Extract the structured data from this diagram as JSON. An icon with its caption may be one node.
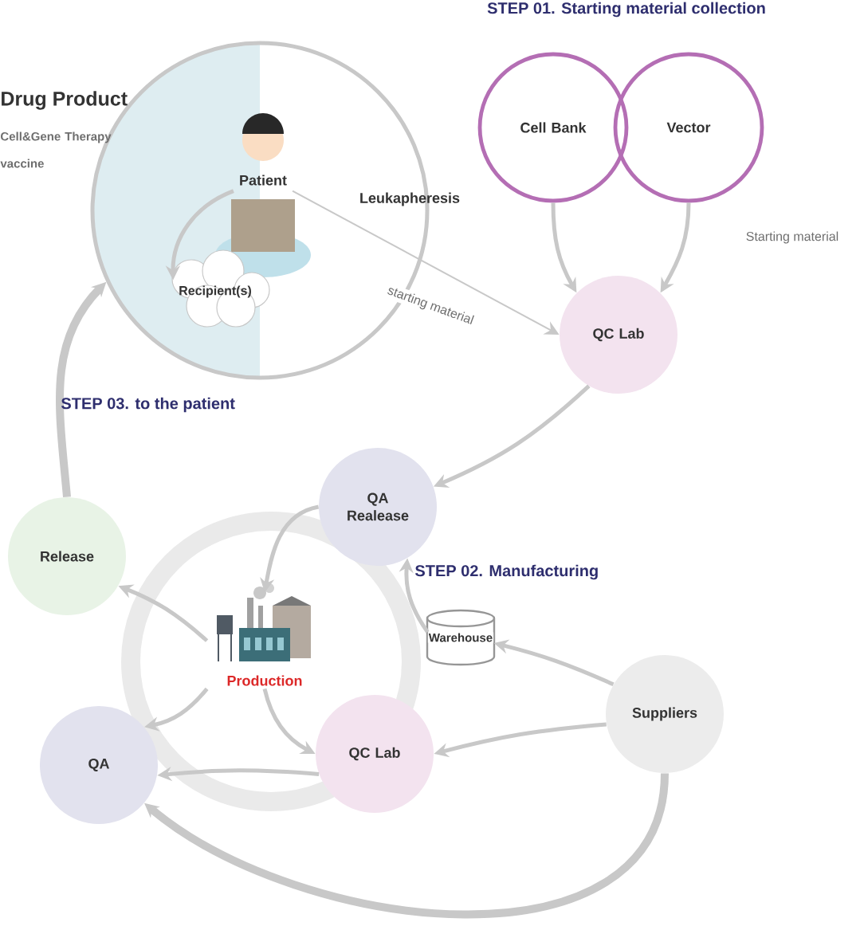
{
  "diagram": {
    "nodes": [
      {
        "text": [
          "Leukapheresis"
        ]
      },
      {
        "text": [
          "Patient"
        ],
        "in": 0
      },
      {
        "text": [
          "Recipient(s)"
        ],
        "in": 0
      },
      {
        "text": [
          "Cell Bank"
        ]
      },
      {
        "text": [
          "Vector"
        ]
      },
      {
        "text": [
          "QC Lab"
        ]
      },
      {
        "text": [
          "QA Realease"
        ]
      },
      {
        "text": [
          "Release"
        ]
      },
      {
        "text": [
          "Production"
        ]
      },
      {
        "text": [
          "Warehouse"
        ]
      },
      {
        "text": [
          "QC Lab"
        ]
      },
      {
        "text": [
          "QA"
        ]
      },
      {
        "text": [
          "Suppliers"
        ]
      }
    ],
    "edges": [
      {
        "from": 1,
        "to": 2,
        "arrow": "to"
      },
      {
        "from": 1,
        "to": 5,
        "arrow": "to",
        "label": "starting material"
      },
      {
        "from": 3,
        "to": 5,
        "arrow": "to"
      },
      {
        "from": 4,
        "to": 5,
        "arrow": "to",
        "label": "Starting material"
      },
      {
        "from": 5,
        "to": 6,
        "arrow": "to"
      },
      {
        "from": 6,
        "to": 8,
        "arrow": "to"
      },
      {
        "from": 8,
        "to": 7,
        "arrow": "to"
      },
      {
        "from": 8,
        "to": 11,
        "arrow": "to"
      },
      {
        "from": 8,
        "to": 10,
        "arrow": "to"
      },
      {
        "from": 9,
        "to": 6,
        "arrow": "to"
      },
      {
        "from": 12,
        "to": 9,
        "arrow": "to"
      },
      {
        "from": 12,
        "to": 10,
        "arrow": "to"
      },
      {
        "from": 10,
        "to": 11,
        "arrow": "to"
      },
      {
        "from": 12,
        "to": 11,
        "arrow": "to",
        "style": "thick"
      },
      {
        "from": 7,
        "to": 0,
        "arrow": "to",
        "style": "thick"
      }
    ],
    "labels": [
      "STEP 01. Starting material collection",
      "Drug Product",
      "Cell&Gene Therapy vaccine",
      "STEP 03. to the patient",
      "STEP 02. Manufacturing"
    ]
  }
}
